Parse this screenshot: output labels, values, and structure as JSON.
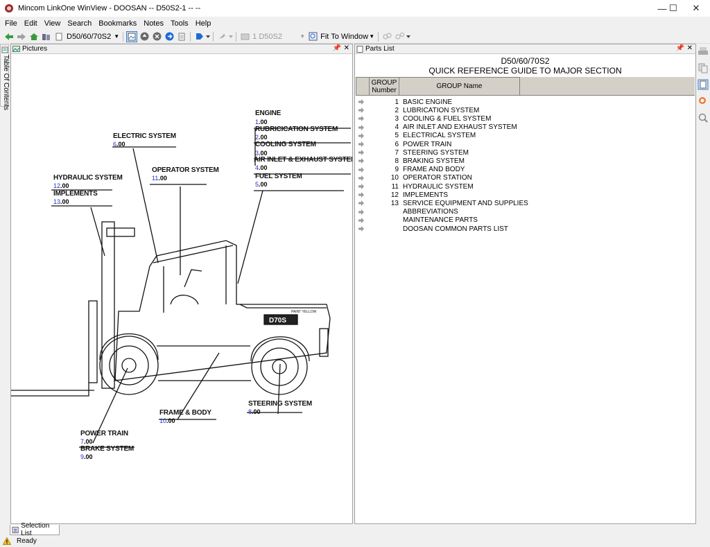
{
  "window": {
    "title": "Mincom LinkOne WinView - DOOSAN -- D50S2-1 --  --",
    "controls": {
      "minimize": "—",
      "maximize": "☐",
      "close": "✕"
    }
  },
  "menu": [
    {
      "label": "File"
    },
    {
      "label": "Edit"
    },
    {
      "label": "View"
    },
    {
      "label": "Search"
    },
    {
      "label": "Bookmarks"
    },
    {
      "label": "Notes"
    },
    {
      "label": "Tools"
    },
    {
      "label": "Help"
    }
  ],
  "toolbar": {
    "book_combo": "D50/60/70S2",
    "page_combo": "1 D50S2",
    "zoom_combo": "Fit To Window"
  },
  "left_tab": {
    "label": "Table Of Contents"
  },
  "pictures_panel": {
    "title": "Pictures",
    "labels": {
      "engine": "ENGINE",
      "engine_n": "1",
      "engine_d": ".00",
      "lub": "RUBRICICATION SYSTEM",
      "lub_n": "2",
      "lub_d": ".00",
      "cool": "COOLING SYSTEM",
      "cool_n": "3",
      "cool_d": ".00",
      "air": "AIR INLET & EXHAUST SYSTEM",
      "air_n": "4",
      "air_d": ".00",
      "fuel": "FUEL SYSTEM",
      "fuel_n": "5",
      "fuel_d": ".00",
      "elec": "ELECTRIC SYSTEM",
      "elec_n": "6",
      "elec_d": ".00",
      "oper": "OPERATOR SYSTEM",
      "oper_n": "11",
      "oper_d": ".00",
      "hyd": "HYDRAULIC SYSTEM",
      "hyd_n": "12",
      "hyd_d": ".00",
      "impl": "IMPLEMENTS",
      "impl_n": "13",
      "impl_d": ".00",
      "frame": "FRAME & BODY",
      "frame_n": "10",
      "frame_d": ".00",
      "steer": "STEERING SYSTEM",
      "steer_n": "8",
      "steer_d": ".00",
      "power": "POWER TRAIN",
      "power_n": "7",
      "power_d": ".00",
      "brake": "BRAKE SYSTEM",
      "brake_n": "9",
      "brake_d": ".00",
      "model_badge": "D70S",
      "paint_note": "PAINT YELLOW"
    }
  },
  "parts_panel": {
    "title": "Parts List",
    "heading_1": "D50/60/70S2",
    "heading_2": "QUICK REFERENCE GUIDE TO MAJOR SECTION",
    "col_number": "GROUP Number",
    "col_name": "GROUP Name",
    "rows": [
      {
        "num": "1",
        "name": "BASIC ENGINE"
      },
      {
        "num": "2",
        "name": "LUBRICATION SYSTEM"
      },
      {
        "num": "3",
        "name": "COOLING & FUEL SYSTEM"
      },
      {
        "num": "4",
        "name": "AIR INLET AND EXHAUST SYSTEM"
      },
      {
        "num": "5",
        "name": "ELECTRICAL SYSTEM"
      },
      {
        "num": "6",
        "name": "POWER TRAIN"
      },
      {
        "num": "7",
        "name": "STEERING SYSTEM"
      },
      {
        "num": "8",
        "name": "BRAKING SYSTEM"
      },
      {
        "num": "9",
        "name": "FRAME AND BODY"
      },
      {
        "num": "10",
        "name": "OPERATOR STATION"
      },
      {
        "num": "11",
        "name": "HYDRAULIC SYSTEM"
      },
      {
        "num": "12",
        "name": "IMPLEMENTS"
      },
      {
        "num": "13",
        "name": "SERVICE EQUIPMENT AND SUPPLIES"
      },
      {
        "num": "",
        "name": "ABBREVIATIONS"
      },
      {
        "num": "",
        "name": "MAINTENANCE PARTS"
      },
      {
        "num": "",
        "name": "DOOSAN COMMON PARTS LIST"
      }
    ]
  },
  "selection_tab": {
    "label": "Selection List"
  },
  "status": {
    "text": "Ready"
  }
}
